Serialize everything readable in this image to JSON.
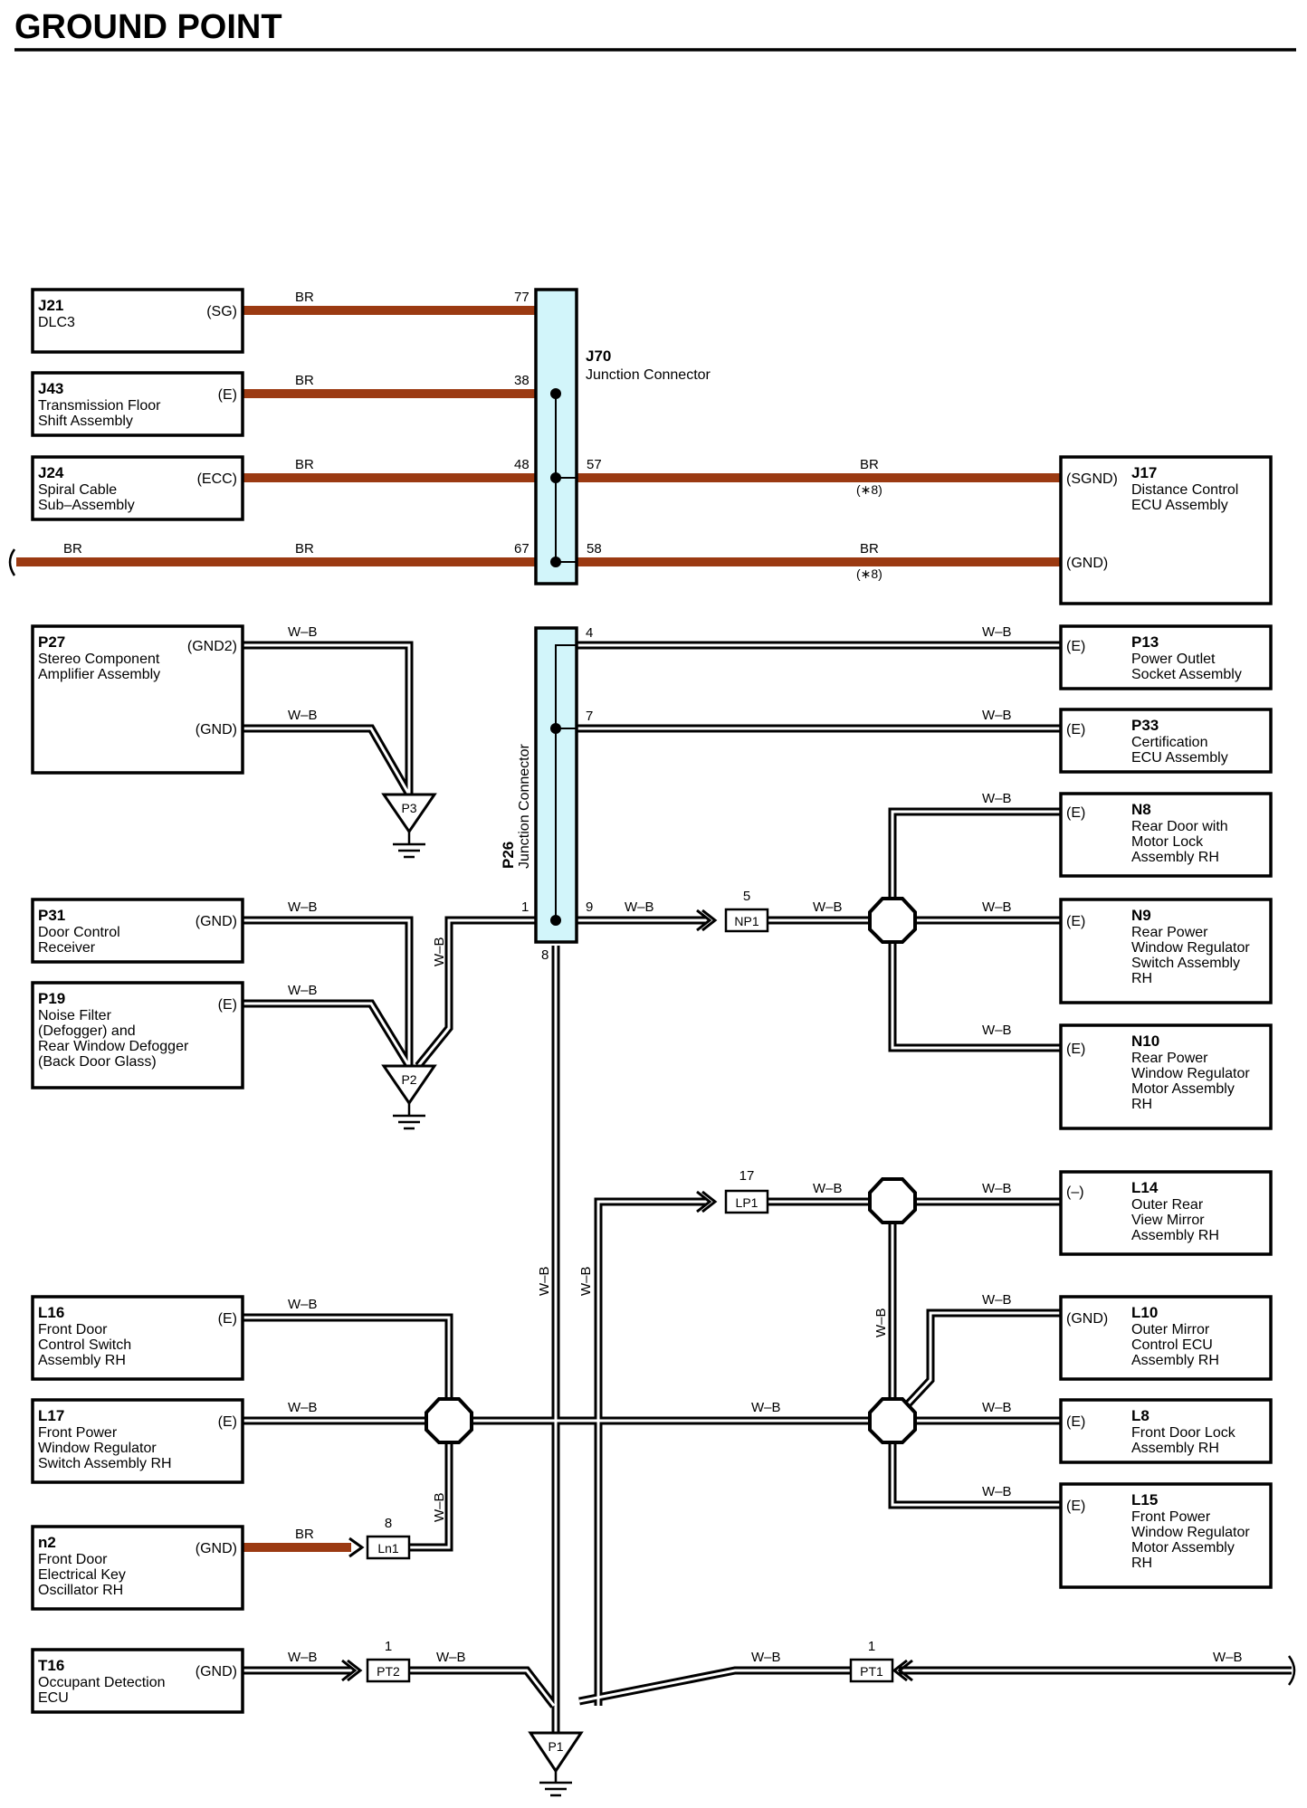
{
  "title": "GROUND POINT",
  "components": [
    {
      "id": "J21",
      "lines": [
        "DLC3"
      ],
      "pin": "(SG)"
    },
    {
      "id": "J43",
      "lines": [
        "Transmission Floor",
        "Shift Assembly"
      ],
      "pin": "(E)"
    },
    {
      "id": "J24",
      "lines": [
        "Spiral Cable",
        "Sub–Assembly"
      ],
      "pin": "(ECC)"
    },
    {
      "id": "J17",
      "lines": [
        "Distance Control",
        "ECU Assembly"
      ],
      "pins": [
        "(SGND)",
        "(GND)"
      ]
    },
    {
      "id": "P27",
      "lines": [
        "Stereo Component",
        "Amplifier Assembly"
      ],
      "pins": [
        "(GND2)",
        "(GND)"
      ]
    },
    {
      "id": "P13",
      "lines": [
        "Power Outlet",
        "Socket Assembly"
      ],
      "pin": "(E)"
    },
    {
      "id": "P33",
      "lines": [
        "Certification",
        "ECU Assembly"
      ],
      "pin": "(E)"
    },
    {
      "id": "N8",
      "lines": [
        "Rear Door with",
        "Motor Lock",
        "Assembly RH"
      ],
      "pin": "(E)"
    },
    {
      "id": "N9",
      "lines": [
        "Rear Power",
        "Window Regulator",
        "Switch Assembly",
        "RH"
      ],
      "pin": "(E)"
    },
    {
      "id": "N10",
      "lines": [
        "Rear Power",
        "Window Regulator",
        "Motor Assembly",
        "RH"
      ],
      "pin": "(E)"
    },
    {
      "id": "P31",
      "lines": [
        "Door Control",
        "Receiver"
      ],
      "pin": "(GND)"
    },
    {
      "id": "P19",
      "lines": [
        "Noise Filter",
        "(Defogger) and",
        "Rear Window Defogger",
        "(Back Door Glass)"
      ],
      "pin": "(E)"
    },
    {
      "id": "L14",
      "lines": [
        "Outer Rear",
        "View Mirror",
        "Assembly RH"
      ],
      "pin": "(–)"
    },
    {
      "id": "L10",
      "lines": [
        "Outer Mirror",
        "Control ECU",
        "Assembly RH"
      ],
      "pin": "(GND)"
    },
    {
      "id": "L8",
      "lines": [
        "Front Door Lock",
        "Assembly RH"
      ],
      "pin": "(E)"
    },
    {
      "id": "L15",
      "lines": [
        "Front Power",
        "Window Regulator",
        "Motor Assembly",
        "RH"
      ],
      "pin": "(E)"
    },
    {
      "id": "L16",
      "lines": [
        "Front Door",
        "Control Switch",
        "Assembly RH"
      ],
      "pin": "(E)"
    },
    {
      "id": "L17",
      "lines": [
        "Front Power",
        "Window Regulator",
        "Switch Assembly RH"
      ],
      "pin": "(E)"
    },
    {
      "id": "n2",
      "lines": [
        "Front Door",
        "Electrical Key",
        "Oscillator RH"
      ],
      "pin": "(GND)"
    },
    {
      "id": "T16",
      "lines": [
        "Occupant Detection",
        "ECU"
      ],
      "pin": "(GND)"
    }
  ],
  "junctions": [
    {
      "id": "J70",
      "name": "Junction Connector"
    },
    {
      "id": "P26",
      "name": "Junction Connector"
    }
  ],
  "wire_colors": {
    "brown": "BR",
    "white_black": "W–B"
  },
  "colors": {
    "br_wire": "#9b3a12",
    "junction_fill": "#d2f5fa"
  },
  "pins": {
    "j70_77": "77",
    "j70_38": "38",
    "j70_48": "48",
    "j70_67": "67",
    "j70_57": "57",
    "j70_58": "58",
    "p26_4": "4",
    "p26_7": "7",
    "p26_1": "1",
    "p26_9": "9",
    "p26_8": "8"
  },
  "notes": {
    "star8": "(∗8)"
  },
  "inline_connectors": [
    {
      "id": "NP1",
      "pin": "5"
    },
    {
      "id": "LP1",
      "pin": "17"
    },
    {
      "id": "Ln1",
      "pin": "8"
    },
    {
      "id": "PT2",
      "pin": "1"
    },
    {
      "id": "PT1",
      "pin": "1"
    }
  ],
  "grounds": [
    "P3",
    "P2",
    "P1"
  ]
}
